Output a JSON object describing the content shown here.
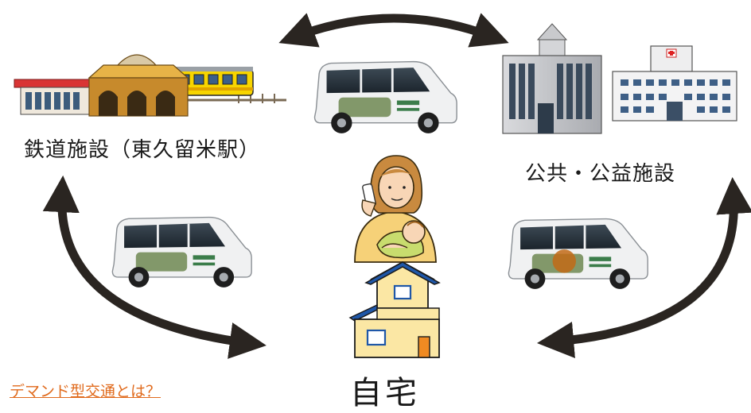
{
  "labels": {
    "station": "鉄道施設（東久留米駅）",
    "public": "公共・公益施設",
    "home": "自宅"
  },
  "link": {
    "demand": "デマンド型交通とは？"
  },
  "colors": {
    "arrow": "#2a2521",
    "link": "#e06a1c",
    "house_roof": "#1f57a8",
    "house_wall": "#fbe7a4",
    "door": "#f08a22",
    "sweater": "#f6d178",
    "baby": "#c8dc6e",
    "van_body": "#f0f1f2",
    "train_yellow": "#f7d500",
    "station_roof": "#d93434",
    "station_brick": "#c78a2c"
  },
  "icons": [
    "train-station-icon",
    "van-icon",
    "public-building-icon",
    "hospital-icon",
    "mother-with-phone-icon",
    "house-icon",
    "bidirectional-arrow-icon"
  ]
}
